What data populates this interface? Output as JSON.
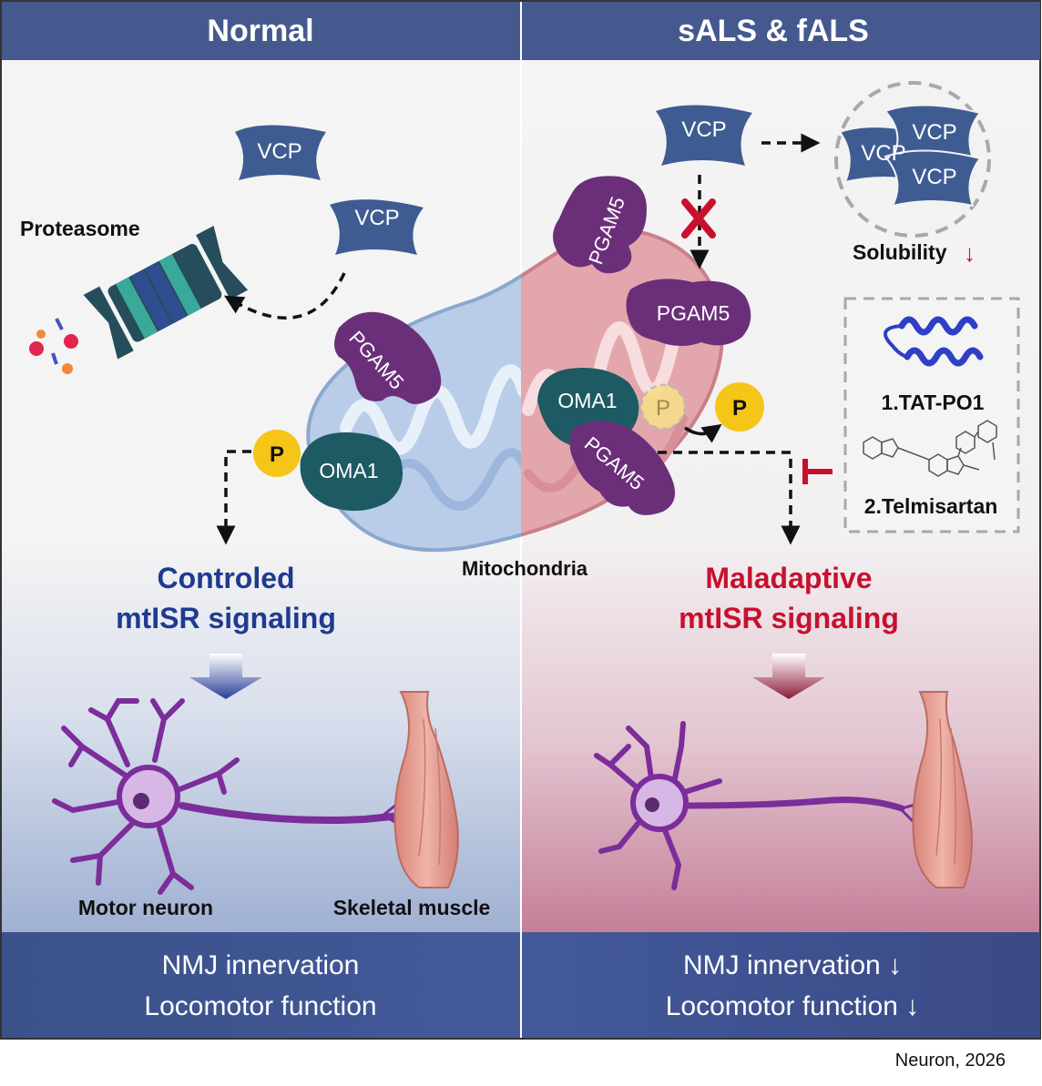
{
  "left_panel": {
    "header": "Normal",
    "proteasome_label": "Proteasome",
    "vcp_label_1": "VCP",
    "vcp_label_2": "VCP",
    "pgam5_label": "PGAM5",
    "oma1_label": "OMA1",
    "p_label": "P",
    "outcome_line1": "Controled",
    "outcome_line2": "mtISR signaling",
    "outcome_color": "#1f3a8f",
    "motor_neuron_label": "Motor neuron",
    "skeletal_muscle_label": "Skeletal muscle",
    "footer_line1": "NMJ innervation",
    "footer_line2": "Locomotor function"
  },
  "center": {
    "mitochondria_label": "Mitochondria"
  },
  "right_panel": {
    "header": "sALS & fALS",
    "vcp_label": "VCP",
    "aggregate_vcp_labels": [
      "VCP",
      "VCP",
      "VCP"
    ],
    "solubility_label": "Solubility",
    "down_arrow": "↓",
    "pgam5_labels": [
      "PGAM5",
      "PGAM5",
      "PGAM5"
    ],
    "oma1_label": "OMA1",
    "p_label_faded": "P",
    "p_label": "P",
    "drug_1": "1.TAT-PO1",
    "drug_2": "2.Telmisartan",
    "outcome_line1": "Maladaptive",
    "outcome_line2": "mtISR signaling",
    "outcome_color": "#c8102e",
    "footer_line1": "NMJ innervation ↓",
    "footer_line2": "Locomotor function ↓"
  },
  "citation": "Neuron, 2026",
  "colors": {
    "header_bar": "#45598f",
    "vcp": "#3f5c92",
    "pgam5": "#6b2f7a",
    "oma1": "#1d5a63",
    "phosphate": "#f5c518",
    "neuron": "#7b2d9a",
    "muscle": "#e8a39a",
    "inhibit": "#c8102e"
  }
}
